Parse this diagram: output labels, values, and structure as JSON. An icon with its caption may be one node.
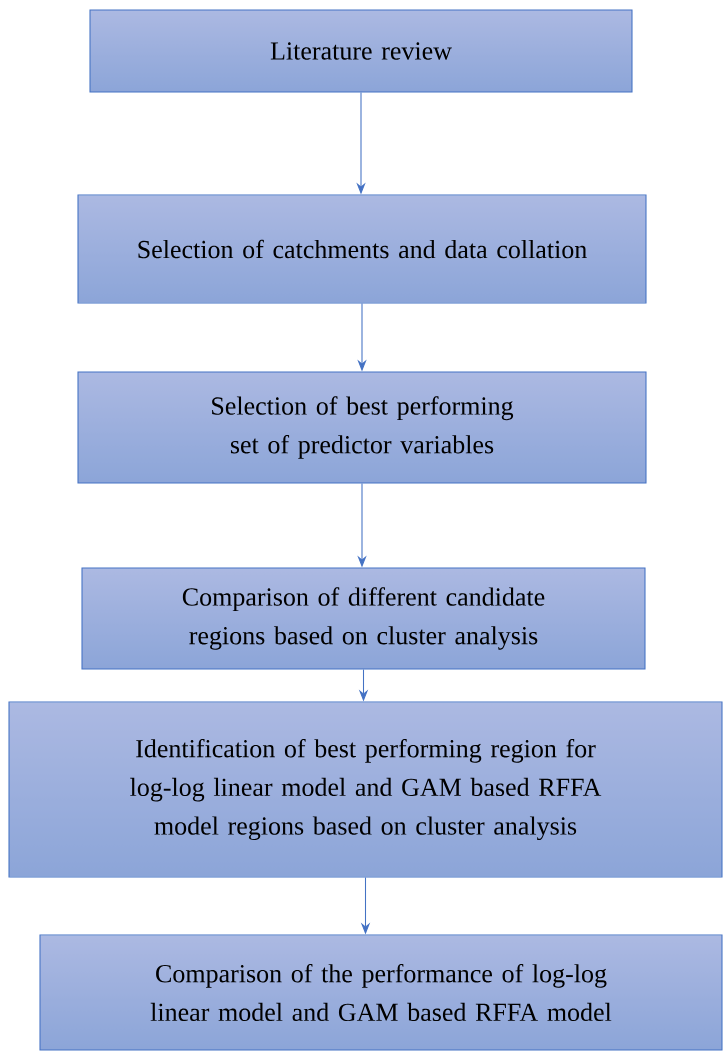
{
  "diagram": {
    "nodes": [
      {
        "text": [
          "Literature review"
        ]
      },
      {
        "text": [
          "Selection of catchments and data collation"
        ]
      },
      {
        "text": [
          "Selection of best performing set of predictor variables"
        ]
      },
      {
        "text": [
          "Comparison of different candidate regions based on cluster analysis"
        ]
      },
      {
        "text": [
          "Identification of best performing region for log-log linear model and GAM based RFFA model regions based on cluster analysis"
        ]
      },
      {
        "text": [
          "Comparison of the performance of log-log linear model and GAM based RFFA model"
        ]
      }
    ],
    "edges": [
      {
        "from": 0,
        "to": 1,
        "arrow": "to"
      },
      {
        "from": 1,
        "to": 2,
        "arrow": "to"
      },
      {
        "from": 2,
        "to": 3,
        "arrow": "to"
      },
      {
        "from": 3,
        "to": 4,
        "arrow": "to"
      },
      {
        "from": 4,
        "to": 5,
        "arrow": "to"
      }
    ]
  }
}
